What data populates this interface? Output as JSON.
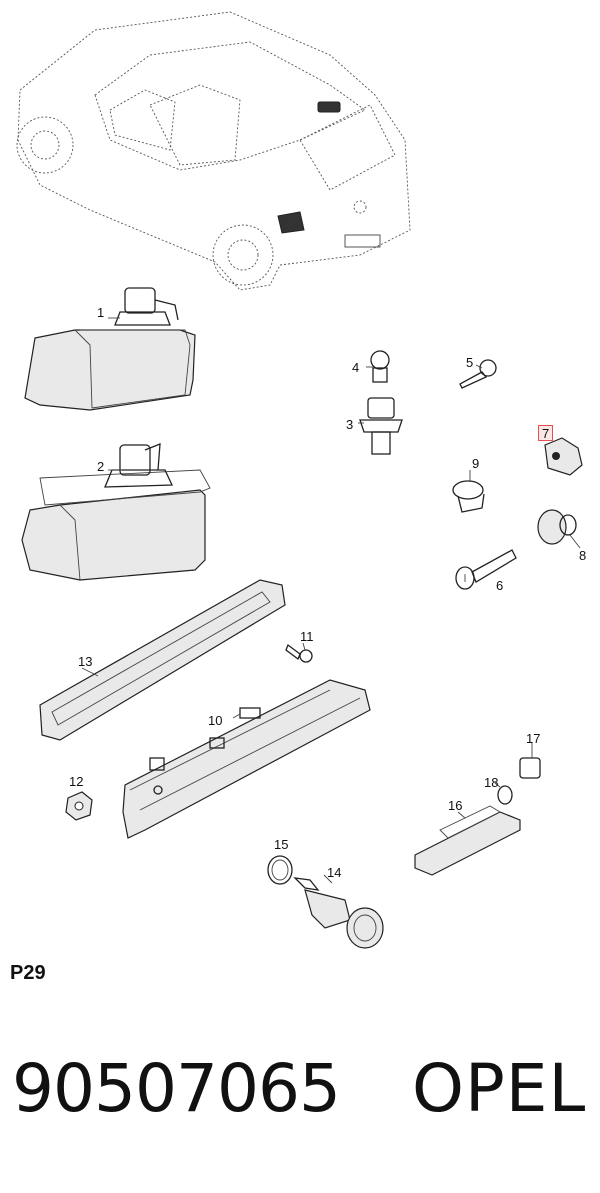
{
  "diagram": {
    "callouts": [
      {
        "id": "1",
        "label": "1"
      },
      {
        "id": "2",
        "label": "2"
      },
      {
        "id": "3",
        "label": "3"
      },
      {
        "id": "4",
        "label": "4"
      },
      {
        "id": "5",
        "label": "5"
      },
      {
        "id": "6",
        "label": "6"
      },
      {
        "id": "7",
        "label": "7",
        "highlighted": true
      },
      {
        "id": "8",
        "label": "8"
      },
      {
        "id": "9",
        "label": "9"
      },
      {
        "id": "10",
        "label": "10"
      },
      {
        "id": "11",
        "label": "11"
      },
      {
        "id": "12",
        "label": "12"
      },
      {
        "id": "13",
        "label": "13"
      },
      {
        "id": "14",
        "label": "14"
      },
      {
        "id": "15",
        "label": "15"
      },
      {
        "id": "16",
        "label": "16"
      },
      {
        "id": "17",
        "label": "17"
      },
      {
        "id": "18",
        "label": "18"
      }
    ],
    "highlight_color": "#e35050"
  },
  "footer": {
    "page_code": "P29",
    "part_number": "90507065",
    "brand": "OPEL"
  }
}
